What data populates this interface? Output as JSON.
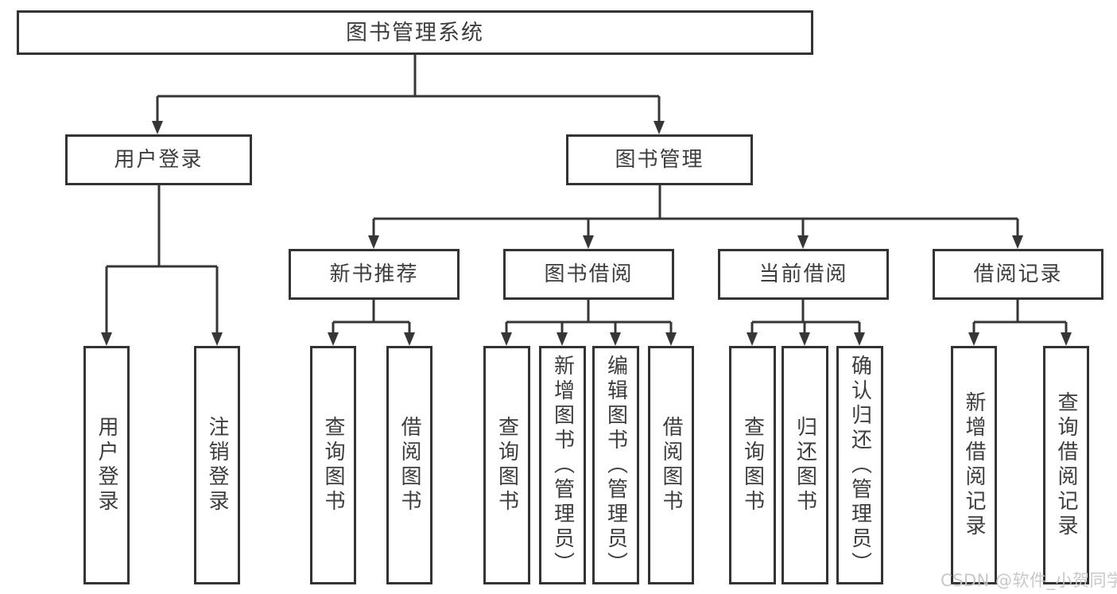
{
  "diagram": {
    "title": "图书管理系统",
    "root": {
      "label": "图书管理系统"
    },
    "branches": [
      {
        "label": "用户登录",
        "children": [
          {
            "label": "用户登录"
          },
          {
            "label": "注销登录"
          }
        ]
      },
      {
        "label": "图书管理",
        "children": [
          {
            "label": "新书推荐",
            "children": [
              {
                "label": "查询图书"
              },
              {
                "label": "借阅图书"
              }
            ]
          },
          {
            "label": "图书借阅",
            "children": [
              {
                "label": "查询图书"
              },
              {
                "label": "新增图书（管理员）"
              },
              {
                "label": "编辑图书（管理员）"
              },
              {
                "label": "借阅图书"
              }
            ]
          },
          {
            "label": "当前借阅",
            "children": [
              {
                "label": "查询图书"
              },
              {
                "label": "归还图书"
              },
              {
                "label": "确认归还（管理员）"
              }
            ]
          },
          {
            "label": "借阅记录",
            "children": [
              {
                "label": "新增借阅记录"
              },
              {
                "label": "查询借阅记录"
              }
            ]
          }
        ]
      }
    ],
    "watermark": "CSDN @软件_小贺同学",
    "colors": {
      "box_border": "#333333",
      "connector_line": "#363636",
      "text": "#3d3d3d",
      "watermark_text": "#c5c5c5",
      "background": "#ffffff"
    }
  }
}
